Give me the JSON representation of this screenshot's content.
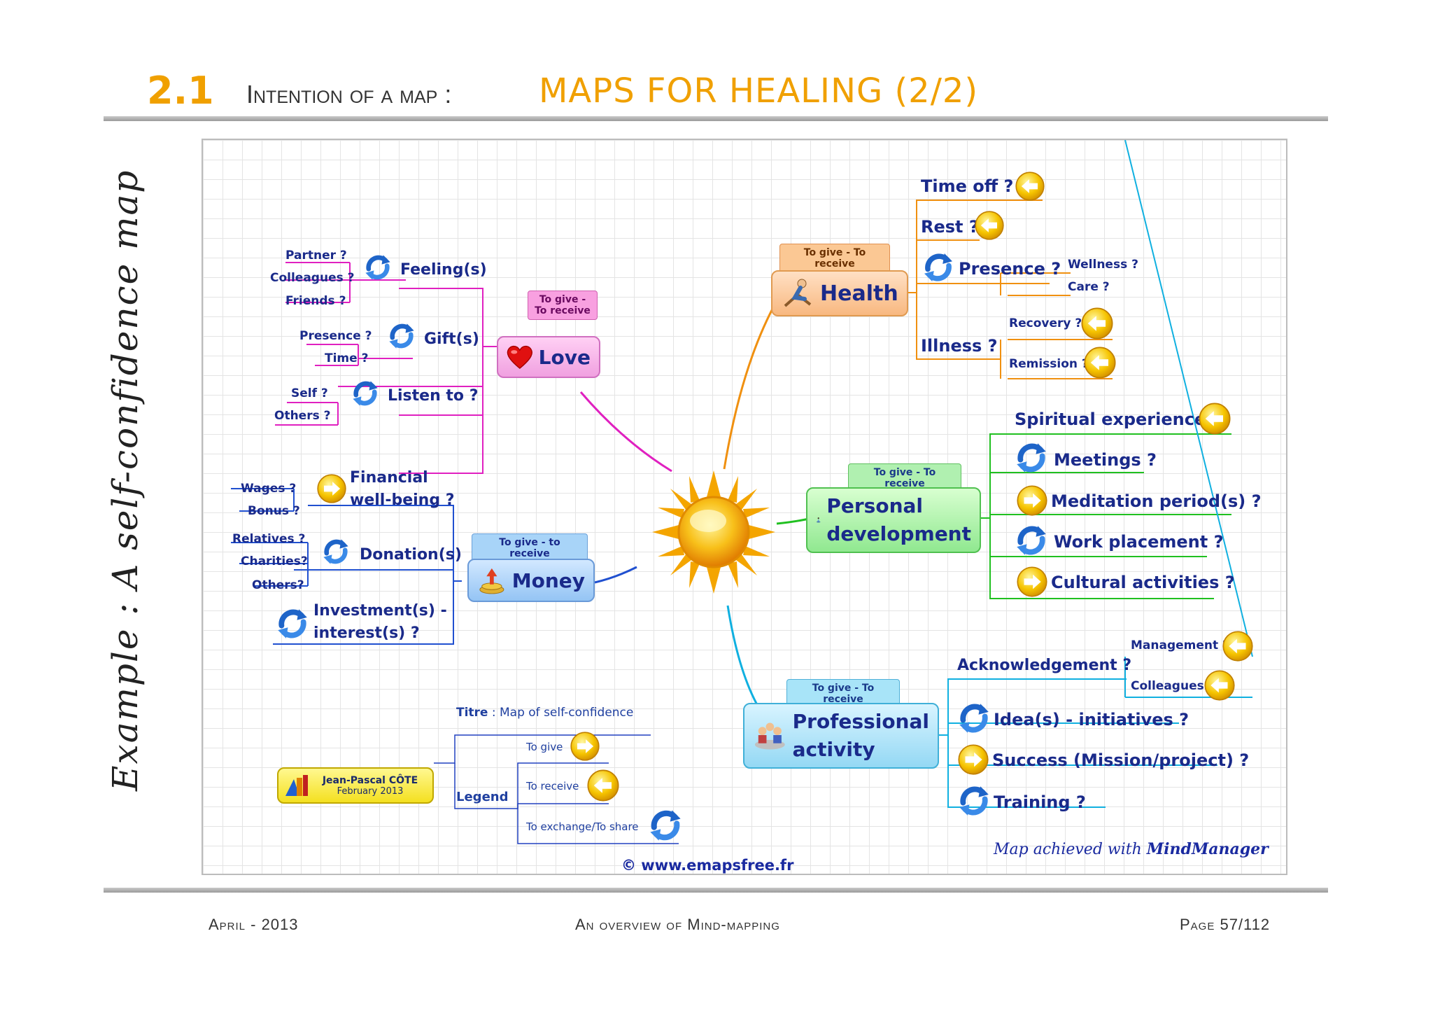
{
  "header": {
    "number": "2.1",
    "lead": "Intention of a map :",
    "title": "MAPS FOR HEALING (2/2)"
  },
  "side_title": "Example : A self-confidence map",
  "center_icon": "sun-icon",
  "colors": {
    "accent": "#f0a000",
    "love": "#e020c0",
    "health": "#f09010",
    "personal": "#20c020",
    "professional": "#10b0e0",
    "money": "#2050d0",
    "legend": "#2040c0"
  },
  "love": {
    "callout": "To give - To receive",
    "label": "Love",
    "icon": "heart-icon",
    "feeling": {
      "label": "Feeling(s)",
      "items": [
        "Partner ?",
        "Colleagues ?",
        "Friends ?"
      ]
    },
    "gift": {
      "label": "Gift(s)",
      "items": [
        "Presence ?",
        "Time ?"
      ]
    },
    "listen": {
      "label": "Listen to ?",
      "items": [
        "Self ?",
        "Others ?"
      ]
    }
  },
  "money": {
    "callout": "To give - to receive",
    "label": "Money",
    "financial": {
      "label1": "Financial",
      "label2": "well-being ?",
      "items": [
        "Wages ?",
        "Bonus ?"
      ]
    },
    "donation": {
      "label": "Donation(s)",
      "items": [
        "Relatives ?",
        "Charities?",
        "Others?"
      ]
    },
    "investment": {
      "label1": "Investment(s) -",
      "label2": "interest(s) ?"
    }
  },
  "health": {
    "callout": "To give  -  To receive",
    "label": "Health",
    "time_off": "Time off ?",
    "rest": "Rest ?",
    "presence": {
      "label": "Presence ?",
      "items": [
        "Wellness ?",
        "Care ?"
      ]
    },
    "illness": {
      "label": "Illness ?",
      "items": [
        "Recovery ?",
        "Remission ?"
      ]
    }
  },
  "personal": {
    "callout": "To give - To receive",
    "label1": "Personal",
    "label2": "development",
    "items": [
      "Spiritual experience ?",
      "Meetings ?",
      "Meditation period(s) ?",
      "Work placement ?",
      "Cultural activities ?"
    ]
  },
  "professional": {
    "callout": "To give - To receive",
    "label1": "Professional",
    "label2": "activity",
    "acknowledgement": {
      "label": "Acknowledgement ?",
      "items": [
        "Management ?",
        "Colleagues ?"
      ]
    },
    "items": [
      "Idea(s)  -  initiatives ?",
      "Success (Mission/project) ?",
      "Training ?"
    ]
  },
  "legend": {
    "titre_key": "Titre",
    "titre_value": " : Map of self-confidence",
    "legend_label": "Legend",
    "to_give": "To give",
    "to_receive": "To receive",
    "to_exchange": "To exchange/To share",
    "author": "Jean-Pascal CÔTE",
    "date": "February 2013"
  },
  "credit": {
    "prefix": "Map achieved with ",
    "brand": "MindManager"
  },
  "copyright": "© www.emapsfree.fr",
  "footer": {
    "left": "April - 2013",
    "center": "An overview of Mind-mapping",
    "right": "Page 57/112"
  }
}
